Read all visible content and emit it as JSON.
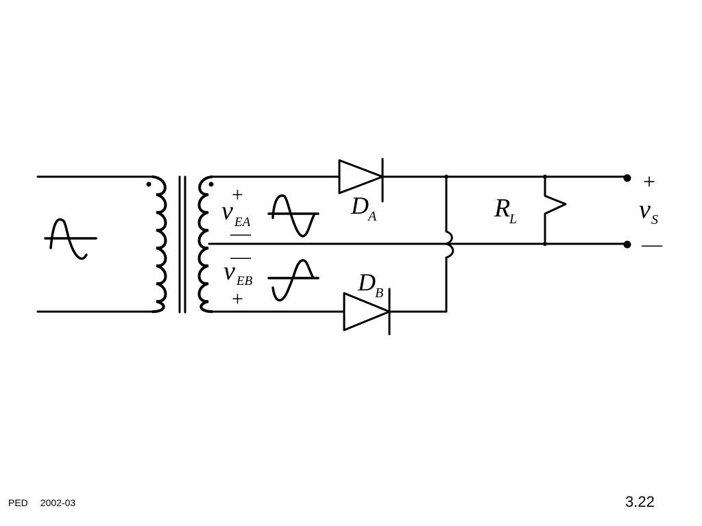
{
  "diagram": {
    "primary_source": {
      "icon": "sine-wave-icon"
    },
    "transformer": {
      "dots": 2
    },
    "upper_winding": {
      "voltage_symbol": "v",
      "voltage_subscript": "EA",
      "polarity_top": "+",
      "polarity_bottom": "—",
      "waveform": "sine-wave-icon"
    },
    "lower_winding": {
      "voltage_symbol": "v",
      "voltage_subscript": "EB",
      "polarity_top": "—",
      "polarity_bottom": "+",
      "waveform": "sine-wave-icon"
    },
    "diode_a": {
      "symbol": "D",
      "subscript": "A"
    },
    "diode_b": {
      "symbol": "D",
      "subscript": "B"
    },
    "load": {
      "symbol": "R",
      "subscript": "L"
    },
    "output": {
      "symbol": "v",
      "subscript": "S",
      "polarity_top": "+",
      "polarity_bottom": "—"
    }
  },
  "footer": {
    "left_a": "PED",
    "left_b": "2002-03",
    "slide_number": "3.22"
  }
}
